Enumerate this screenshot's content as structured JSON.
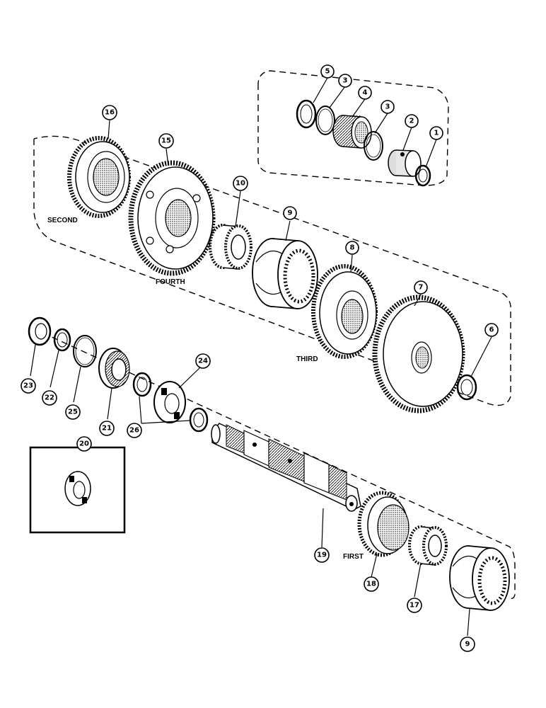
{
  "gear_labels": {
    "second": "SECOND",
    "fourth": "FOURTH",
    "third": "THIRD",
    "first": "FIRST"
  },
  "callouts": {
    "c1": "1",
    "c2": "2",
    "c3a": "3",
    "c3b": "3",
    "c4": "4",
    "c5": "5",
    "c6": "6",
    "c7": "7",
    "c8": "8",
    "c9a": "9",
    "c9b": "9",
    "c10": "10",
    "c15": "15",
    "c16": "16",
    "c17": "17",
    "c18": "18",
    "c19": "19",
    "c20": "20",
    "c21": "21",
    "c22": "22",
    "c23": "23",
    "c24": "24",
    "c25": "25",
    "c26": "26"
  }
}
